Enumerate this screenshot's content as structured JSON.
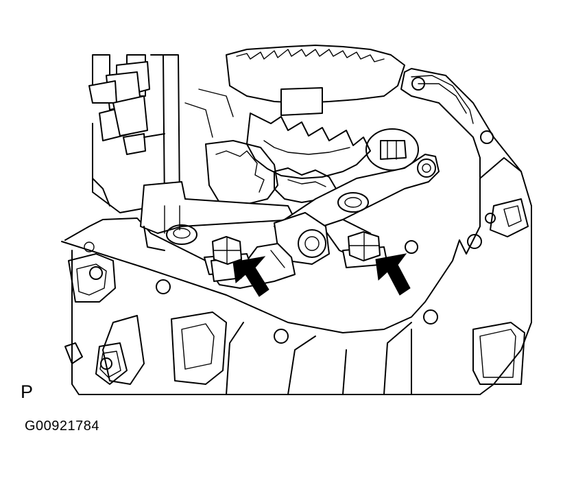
{
  "figure": {
    "view_letter": "P",
    "figure_code": "G00921784"
  },
  "colors": {
    "line": "#000000",
    "background": "#ffffff"
  },
  "callouts": {
    "count": 2,
    "icon": "arrow-icon"
  }
}
